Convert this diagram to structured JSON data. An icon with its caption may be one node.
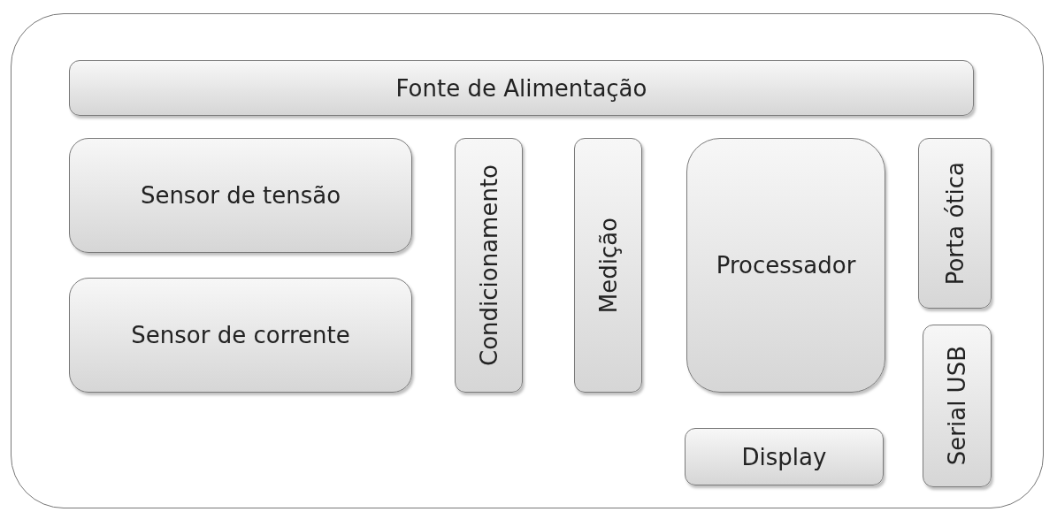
{
  "diagram": {
    "nodes": [
      {
        "text": [],
        "shape": "box"
      },
      {
        "text": [
          "Fonte de Alimentação"
        ],
        "in": 0
      },
      {
        "text": [
          "Sensor de tensão"
        ],
        "in": 0
      },
      {
        "text": [
          "Sensor de corrente"
        ],
        "in": 0
      },
      {
        "text": [
          "Condicionamento"
        ],
        "in": 0
      },
      {
        "text": [
          "Medição"
        ],
        "in": 0
      },
      {
        "text": [
          "Processador"
        ],
        "in": 0
      },
      {
        "text": [
          "Display"
        ],
        "in": 0
      },
      {
        "text": [
          "Porta ótica"
        ],
        "in": 0
      },
      {
        "text": [
          "Serial USB"
        ],
        "in": 0
      }
    ],
    "edges": []
  }
}
